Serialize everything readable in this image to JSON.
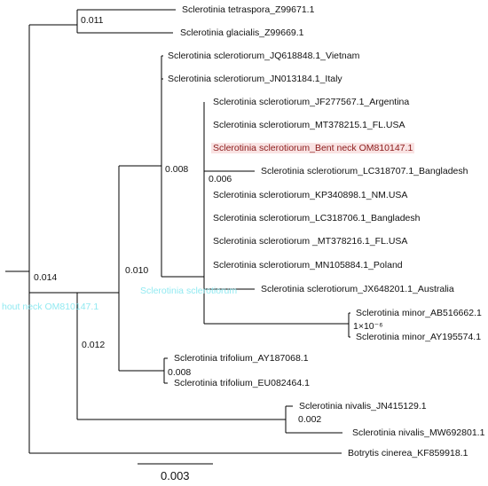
{
  "taxa": {
    "tetraspora": "Sclerotinia tetraspora_Z99671.1",
    "glacialis": "Sclerotinia glacialis_Z99669.1",
    "vietnam": "Sclerotinia sclerotiorum_JQ618848.1_Vietnam",
    "italy": "Sclerotinia sclerotiorum_JN013184.1_Italy",
    "argentina": "Sclerotinia sclerotiorum_JF277567.1_Argentina",
    "fl1": "Sclerotinia sclerotiorum_MT378215.1_FL.USA",
    "bentneck": "Sclerotinia sclerotiorum_Bent neck OM810147.1",
    "bangladesh1": "Sclerotinia sclerotiorum_LC318707.1_Bangladesh",
    "nm": "Sclerotinia sclerotiorum_KP340898.1_NM.USA",
    "bangladesh2": "Sclerotinia sclerotiorum_LC318706.1_Bangladesh",
    "fl2": "Sclerotinia sclerotiorum _MT378216.1_FL.USA",
    "poland": "Sclerotinia sclerotiorum_MN105884.1_Poland",
    "australia": "Sclerotinia sclerotiorum_JX648201.1_Australia",
    "minor1": "Sclerotinia minor_AB516662.1",
    "minor2": "Sclerotinia minor_AY195574.1",
    "trifolium1": "Sclerotinia trifolium_AY187068.1",
    "trifolium2": "Sclerotinia trifolium_EU082464.1",
    "nivalis1": "Sclerotinia nivalis_JN415129.1",
    "nivalis2": "Sclerotinia nivalis_MW692801.1",
    "botrytis": "Botrytis cinerea_KF859918.1"
  },
  "branch_labels": {
    "b011": "0.011",
    "b014": "0.014",
    "b012": "0.012",
    "b010": "0.010",
    "b008a": "0.008",
    "b006": "0.006",
    "b008b": "0.008",
    "b002": "0.002",
    "bminor": "1×10⁻⁶"
  },
  "ghost_labels": {
    "left": "hout neck OM810147.1",
    "mid": "Sclerotinia sclerotiorum"
  },
  "scale_bar": {
    "label": "0.003"
  },
  "colors": {
    "highlight_text": "#8b1a1a",
    "highlight_bg": "#f9e3e3",
    "ghost_text": "#7fe6ef"
  }
}
